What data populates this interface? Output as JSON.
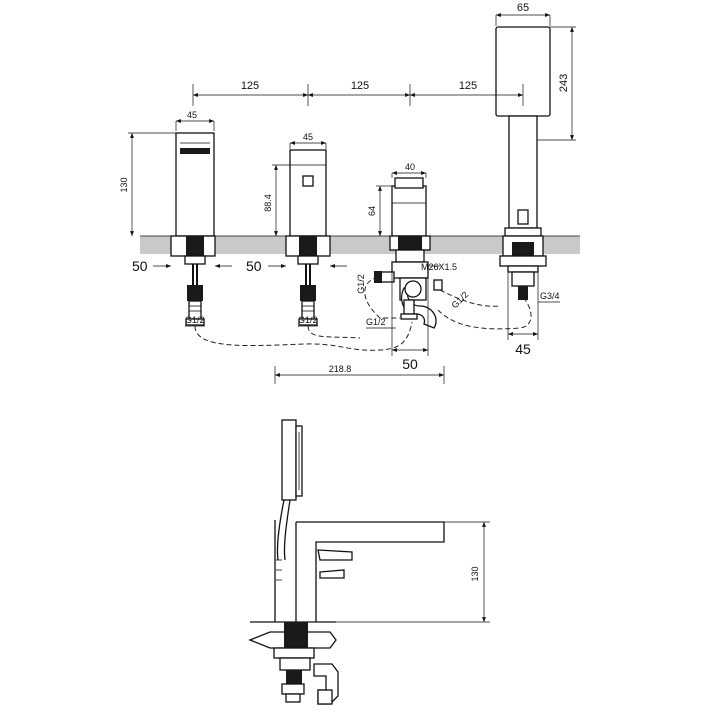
{
  "dims": {
    "spacing_1": "125",
    "spacing_2": "125",
    "spacing_3": "125",
    "width_spout": "45",
    "width_mixer": "45",
    "width_diverter": "40",
    "width_handset": "65",
    "height_spout": "130",
    "height_mixer": "88.4",
    "height_diverter": "64",
    "height_handset": "243",
    "base_spout": "50",
    "base_mixer": "50",
    "base_diverter": "50",
    "base_handset": "45",
    "depth_side": "218.8",
    "height_side": "130"
  },
  "threads": {
    "spout_inlet": "G1/2",
    "mixer_inlet": "G1/2",
    "diverter_left": "G1/2",
    "diverter_bottom": "G1/2",
    "diverter_right": "G1/2",
    "diverter_nut": "M26X1.5",
    "handset_conn": "G3/4"
  }
}
